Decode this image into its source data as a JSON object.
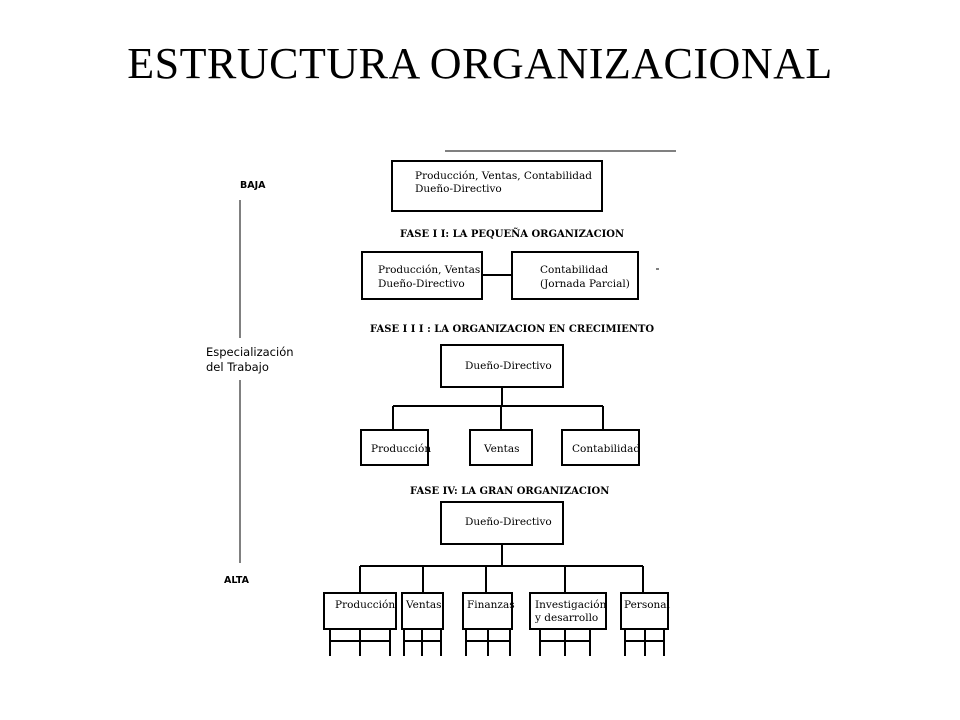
{
  "title": "ESTRUCTURA ORGANIZACIONAL",
  "axis": {
    "top_label": "BAJA",
    "middle_line1": "Especialización",
    "middle_line2": "del Trabajo",
    "bottom_label": "ALTA"
  },
  "phase1": {
    "line1": "Producción, Ventas, Contabilidad",
    "line2": "Dueño-Directivo"
  },
  "phase2": {
    "title": "FASE I I: LA  PEQUEÑA ORGANIZACION",
    "left_line1": "Producción, Ventas",
    "left_line2": "Dueño-Directivo",
    "right_line1": "Contabilidad",
    "right_line2": "(Jornada Parcial)"
  },
  "phase3": {
    "title": "FASE I I I : LA ORGANIZACION EN CRECIMIENTO",
    "top": "Dueño-Directivo",
    "children": [
      "Producción",
      "Ventas",
      "Contabilidad"
    ]
  },
  "phase4": {
    "title": "FASE IV: LA GRAN ORGANIZACION",
    "top": "Dueño-Directivo",
    "children": [
      "Producción",
      "Ventas",
      "Finanzas",
      "Investigación",
      "Personal"
    ],
    "child4_line2": "y desarrollo"
  }
}
